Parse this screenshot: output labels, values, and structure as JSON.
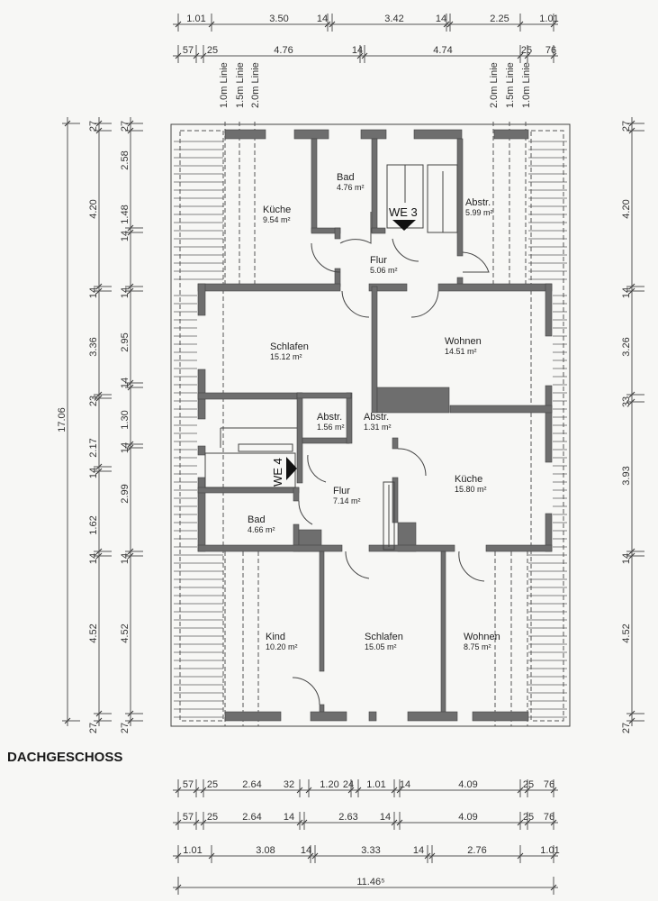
{
  "title": "DACHGESCHOSS",
  "dimensions": {
    "top_row1": [
      "1.01",
      "3.50",
      "14",
      "3.42",
      "14",
      "2.25",
      "1.01"
    ],
    "top_row2": [
      "57",
      "25",
      "4.76",
      "14",
      "4.74",
      "25",
      "76"
    ],
    "left_outer": [
      "17.06"
    ],
    "left_col1": [
      "27",
      "4.20",
      "14",
      "3.36",
      "23",
      "2.17",
      "14",
      "1.62",
      "14",
      "4.52",
      "27"
    ],
    "left_col2": [
      "27",
      "2.58",
      "1.48",
      "14",
      "14",
      "2.95",
      "14",
      "1.30",
      "14",
      "2.99",
      "14",
      "4.52",
      "27"
    ],
    "right_col": [
      "27",
      "4.20",
      "14",
      "3.26",
      "33",
      "3.93",
      "14",
      "4.52",
      "27"
    ],
    "bottom_row1": [
      "57",
      "25",
      "2.64",
      "32",
      "1.20",
      "24",
      "1.01",
      "14",
      "4.09",
      "25",
      "76"
    ],
    "bottom_row2": [
      "57",
      "25",
      "2.64",
      "14",
      "2.63",
      "14",
      "4.09",
      "25",
      "76"
    ],
    "bottom_row3": [
      "1.01",
      "3.08",
      "14",
      "3.33",
      "14",
      "2.76",
      "1.01"
    ],
    "bottom_total": "11.46⁵"
  },
  "height_lines": {
    "left": [
      "1.0m Linie",
      "1.5m Linie",
      "2.0m Linie"
    ],
    "right": [
      "2.0m Linie",
      "1.5m Linie",
      "1.0m Linie"
    ]
  },
  "units": {
    "we3": "WE 3",
    "we4": "WE 4"
  },
  "rooms": [
    {
      "name": "Küche",
      "area": "9.54 m²"
    },
    {
      "name": "Bad",
      "area": "4.76 m²"
    },
    {
      "name": "Flur",
      "area": "5.06 m²"
    },
    {
      "name": "Abstr.",
      "area": "5.99 m²"
    },
    {
      "name": "Schlafen",
      "area": "15.12 m²"
    },
    {
      "name": "Wohnen",
      "area": "14.51 m²"
    },
    {
      "name": "Abstr.",
      "area": "1.56 m²"
    },
    {
      "name": "Abstr.",
      "area": "1.31 m²"
    },
    {
      "name": "Flur",
      "area": "7.14 m²"
    },
    {
      "name": "Küche",
      "area": "15.80 m²"
    },
    {
      "name": "Bad",
      "area": "4.66 m²"
    },
    {
      "name": "Kind",
      "area": "10.20 m²"
    },
    {
      "name": "Schlafen",
      "area": "15.05 m²"
    },
    {
      "name": "Wohnen",
      "area": "8.75 m²"
    }
  ]
}
